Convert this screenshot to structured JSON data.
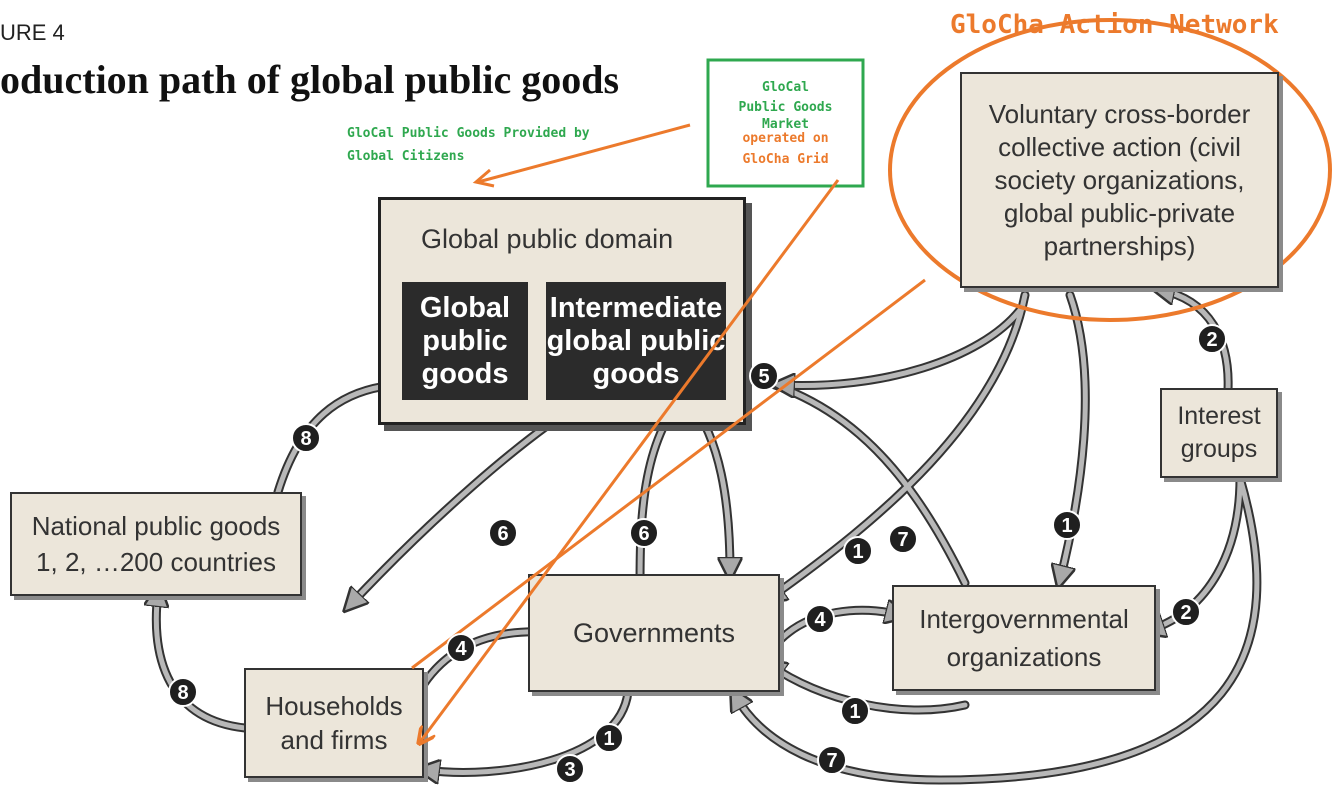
{
  "figure": {
    "label": "URE 4",
    "title": "oduction path of global public goods"
  },
  "annotations": {
    "network_title": "GloCha Action Network",
    "market_line1": "GloCal",
    "market_line2": "Public Goods",
    "market_line3": "Market",
    "market_line4": "operated on",
    "market_line5": "GloCha Grid",
    "citizens_line1": "GloCal Public Goods Provided by",
    "citizens_line2": "Global Citizens",
    "colors": {
      "green": "#2fa84f",
      "orange": "#ec7a2c",
      "box_fill": "#ece6da",
      "dark": "#2b2b2b"
    }
  },
  "nodes": {
    "global_domain": {
      "title": "Global public domain"
    },
    "gpg": {
      "line1": "Global",
      "line2": "public",
      "line3": "goods"
    },
    "igpg": {
      "line1": "Intermediate",
      "line2": "global public",
      "line3": "goods"
    },
    "voluntary": {
      "line1": "Voluntary cross-border",
      "line2": "collective action (civil",
      "line3": "society organizations,",
      "line4": "global public-private",
      "line5": "partnerships)"
    },
    "interest": {
      "line1": "Interest",
      "line2": "groups"
    },
    "national": {
      "line1": "National public goods",
      "line2": "1, 2, …200 countries"
    },
    "governments": {
      "label": "Governments"
    },
    "intergov": {
      "line1": "Intergovernmental",
      "line2": "organizations"
    },
    "households": {
      "line1": "Households",
      "line2": "and firms"
    }
  },
  "badges": [
    "1",
    "2",
    "3",
    "4",
    "5",
    "6",
    "7",
    "8"
  ]
}
